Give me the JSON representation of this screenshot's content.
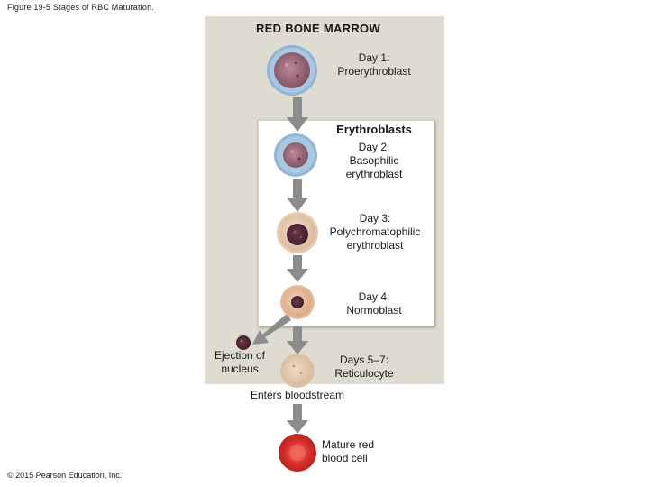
{
  "figure": {
    "caption": "Figure 19-5 Stages of RBC Maturation.",
    "copyright": "© 2015 Pearson Education, Inc."
  },
  "marrow": {
    "title": "RED BONE MARROW"
  },
  "erythroblasts": {
    "title": "Erythroblasts"
  },
  "stages": {
    "proerythroblast": {
      "day": "Day 1:",
      "name": "Proerythroblast"
    },
    "basophilic": {
      "day": "Day 2:",
      "name1": "Basophilic",
      "name2": "erythroblast"
    },
    "polychromatophilic": {
      "day": "Day 3:",
      "name1": "Polychromatophilic",
      "name2": "erythroblast"
    },
    "normoblast": {
      "day": "Day 4:",
      "name": "Normoblast"
    },
    "reticulocyte": {
      "day": "Days 5–7:",
      "name": "Reticulocyte"
    },
    "mature": {
      "line1": "Mature red",
      "line2": "blood cell"
    }
  },
  "ejection": {
    "line1": "Ejection of",
    "line2": "nucleus"
  },
  "bloodstream": {
    "label": "Enters bloodstream"
  },
  "colors": {
    "marrow_bg": "#dedbd0",
    "arrow": "#8c8c8c",
    "cytoplasm_blue": "#8fb6d6",
    "nucleus_purple": "#8a5a6c",
    "rbc_red": "#d8302a"
  }
}
